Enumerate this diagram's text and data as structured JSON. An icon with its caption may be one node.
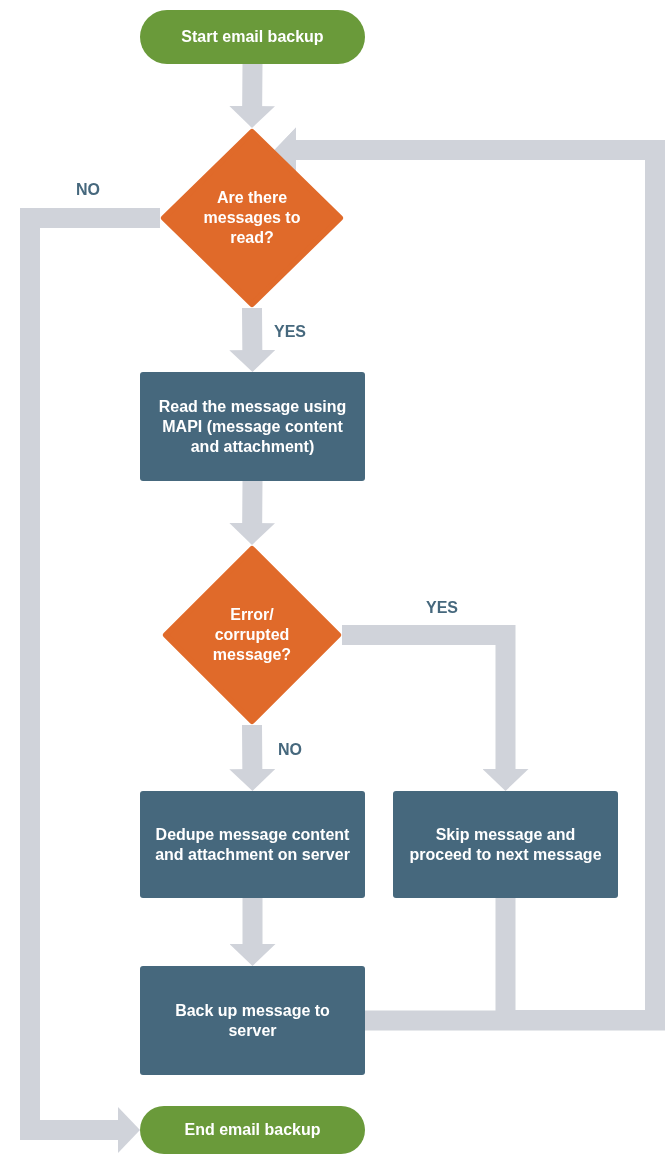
{
  "diagram": {
    "nodes": [
      {
        "text": [
          "Start email backup"
        ]
      },
      {
        "text": [
          "Are there messages to read?"
        ]
      },
      {
        "text": [
          "Read the message using MAPI (message content and attachment)"
        ]
      },
      {
        "text": [
          "Error/ corrupted message?"
        ]
      },
      {
        "text": [
          "Dedupe message content and attachment on server"
        ]
      },
      {
        "text": [
          "Skip message and proceed to next message"
        ]
      },
      {
        "text": [
          "Back up message to server"
        ]
      },
      {
        "text": [
          "End email backup"
        ]
      }
    ],
    "edges": [
      {
        "from": 0,
        "to": 1,
        "arrow": "to"
      },
      {
        "from": 1,
        "to": 2,
        "arrow": "to",
        "label": "YES"
      },
      {
        "from": 1,
        "to": 7,
        "arrow": "to",
        "label": "NO"
      },
      {
        "from": 2,
        "to": 3,
        "arrow": "to"
      },
      {
        "from": 3,
        "to": 4,
        "arrow": "to",
        "label": "NO"
      },
      {
        "from": 3,
        "to": 5,
        "arrow": "to",
        "label": "YES"
      },
      {
        "from": 4,
        "to": 6,
        "arrow": "to"
      },
      {
        "from": 5,
        "to": 1,
        "arrow": "to"
      },
      {
        "from": 6,
        "to": 1,
        "arrow": "to"
      }
    ]
  }
}
